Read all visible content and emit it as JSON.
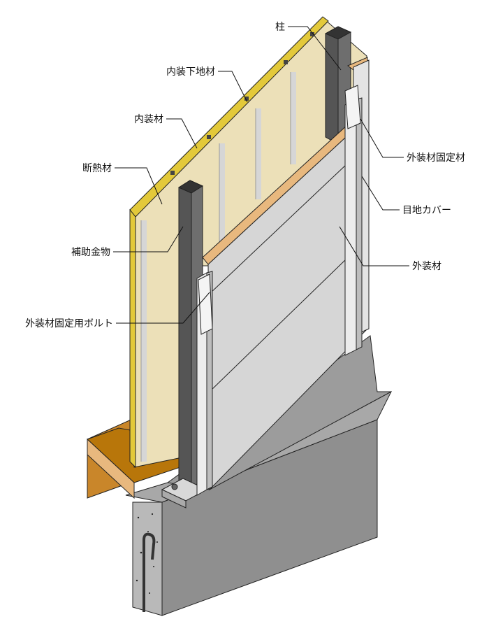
{
  "labels": {
    "column": "柱",
    "interior_substrate": "内装下地材",
    "interior_finish": "内装材",
    "insulation": "断熱材",
    "auxiliary_bracket": "補助金物",
    "exterior_fixing_bolt": "外装材固定用ボルト",
    "exterior_fixing_member": "外装材固定材",
    "joint_cover": "目地カバー",
    "exterior_panel": "外装材"
  },
  "colors": {
    "insulation": "#ece0b8",
    "insulation_edge": "#e3c93a",
    "column": "#555555",
    "timber": "#b8760a",
    "timber_light": "#e8b87e",
    "panel": "#d6d6d6",
    "concrete": "#9a9a9a"
  }
}
